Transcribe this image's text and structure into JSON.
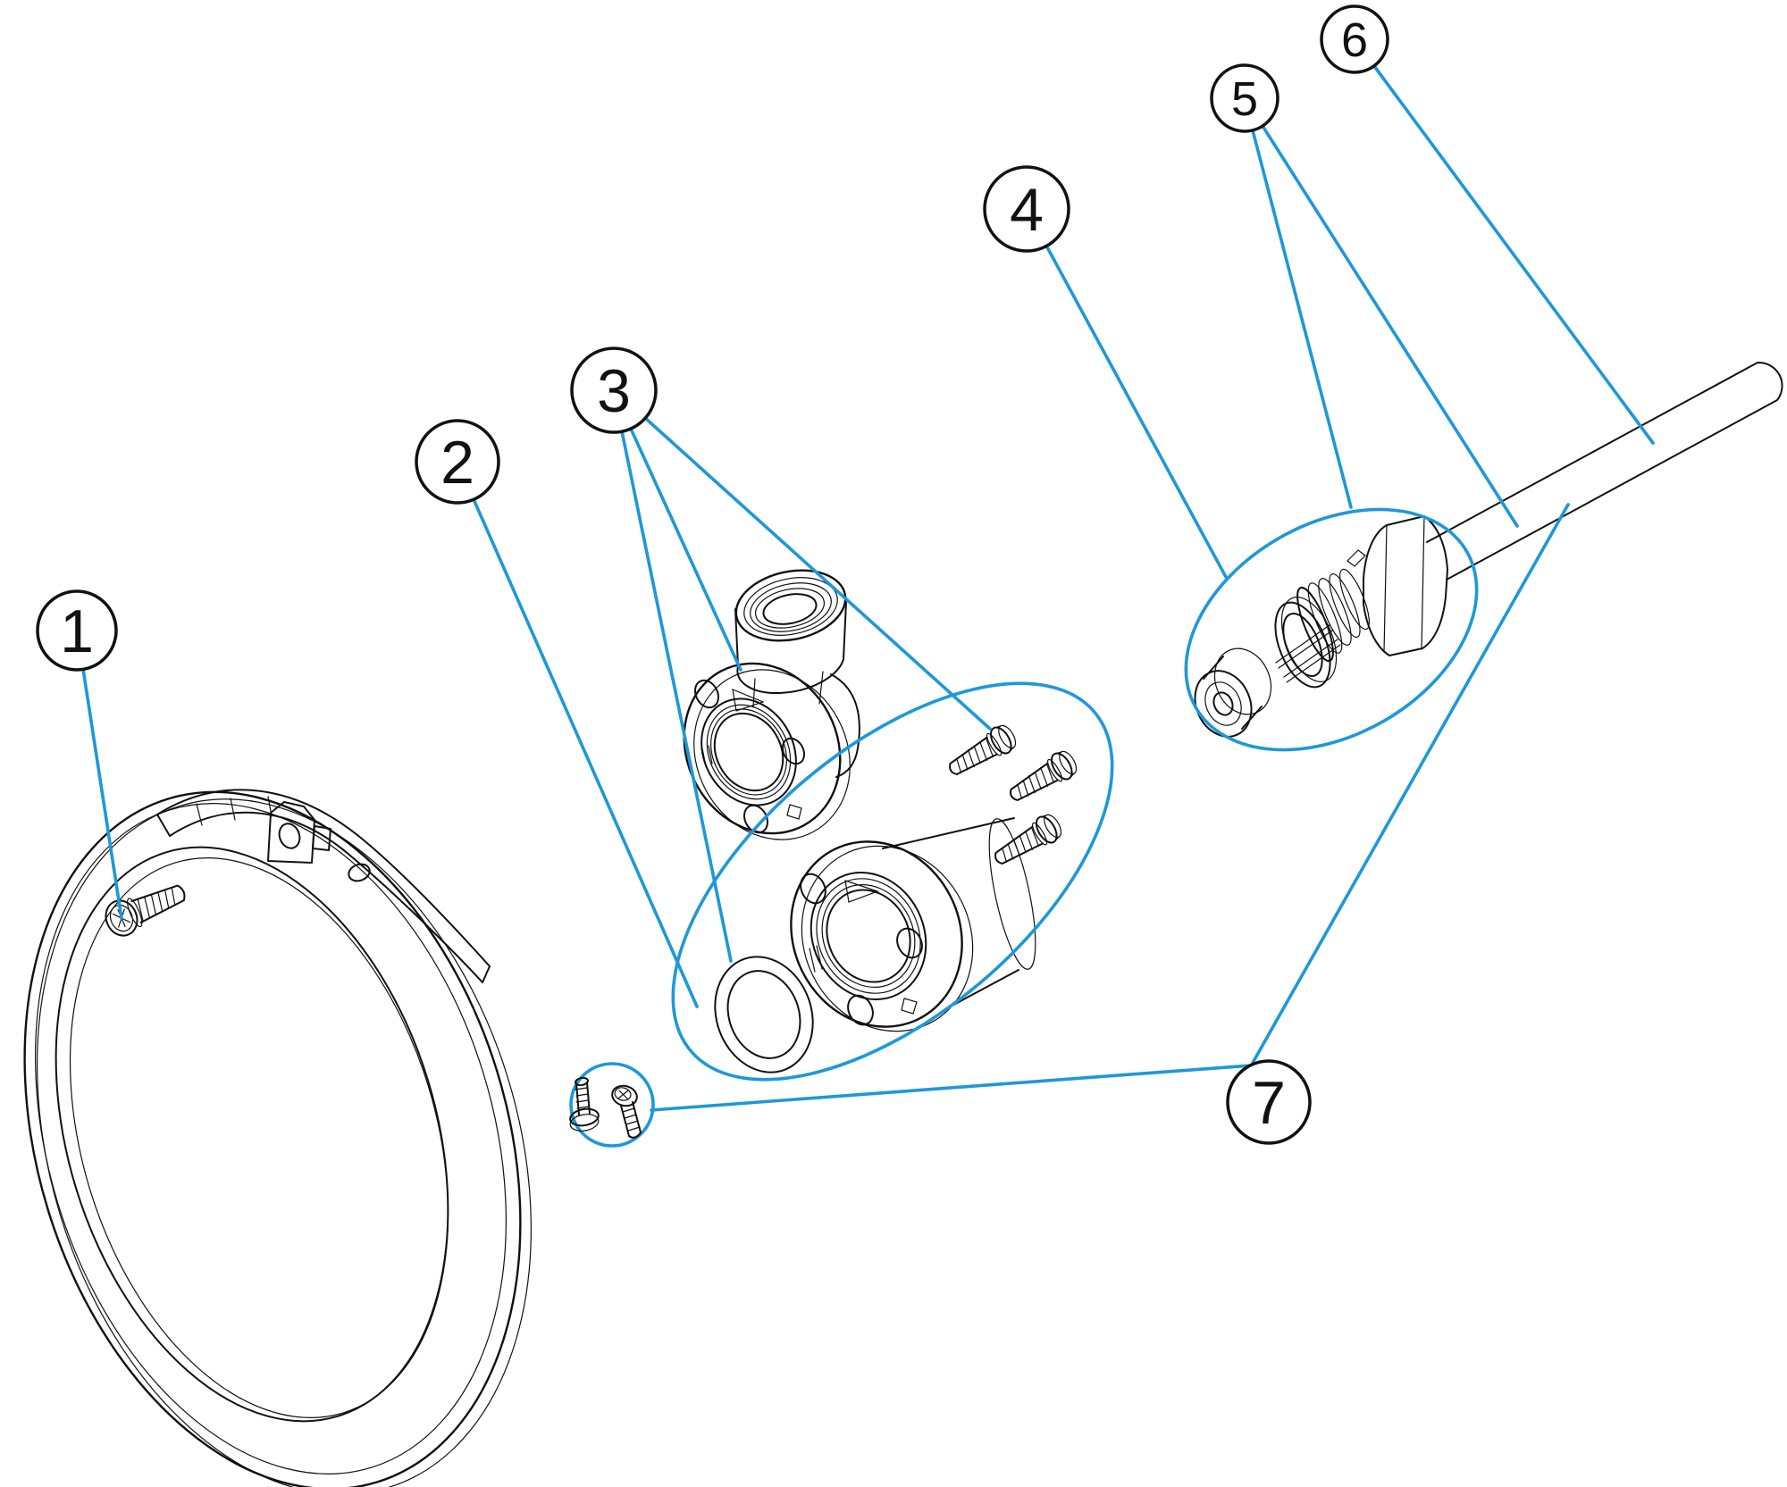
{
  "diagram": {
    "type": "exploded-assembly-diagram",
    "background": "#ffffff",
    "leader_color": "#1e98d7",
    "line_color": "#111111",
    "callouts": [
      {
        "label": "1"
      },
      {
        "label": "2"
      },
      {
        "label": "3"
      },
      {
        "label": "4"
      },
      {
        "label": "5"
      },
      {
        "label": "6"
      },
      {
        "label": "7"
      }
    ]
  }
}
